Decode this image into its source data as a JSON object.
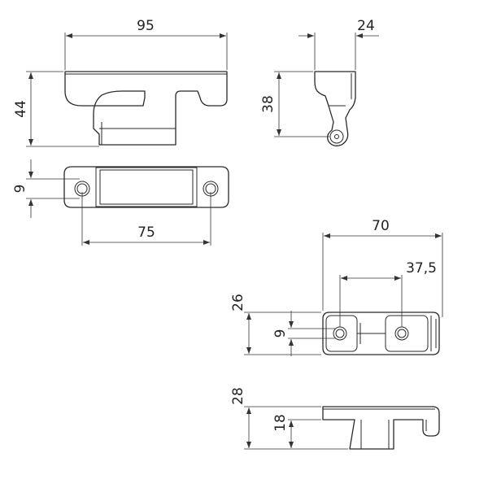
{
  "drawing": {
    "views": {
      "hinge_front": {
        "width": "95",
        "height": "44"
      },
      "hinge_side": {
        "width": "24",
        "height": "38"
      },
      "hinge_bottom": {
        "hole_offset": "9",
        "hole_spacing": "75"
      },
      "plate_top": {
        "overall": "70",
        "hole_offset_x": "37,5",
        "height": "26",
        "hole_offset_y": "9"
      },
      "plate_side": {
        "height": "28",
        "inner_height": "18"
      }
    }
  }
}
